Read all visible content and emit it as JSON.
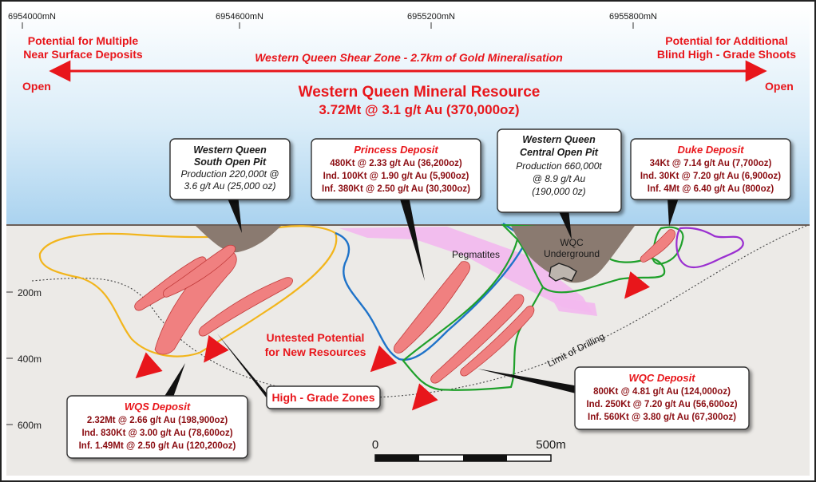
{
  "northings": [
    "6954000mN",
    "6954600mN",
    "6955200mN",
    "6955800mN"
  ],
  "depth_labels": [
    "200m",
    "400m",
    "600m"
  ],
  "header": {
    "left_line1": "Potential for Multiple",
    "left_line2": "Near Surface Deposits",
    "right_line1": "Potential for Additional",
    "right_line2": "Blind High - Grade Shoots",
    "shear_zone": "Western Queen Shear Zone - 2.7km of Gold Mineralisation",
    "open_left": "Open",
    "open_right": "Open",
    "resource_title": "Western Queen Mineral Resource",
    "resource_value": "3.72Mt @ 3.1 g/t Au (370,000oz)"
  },
  "callouts": {
    "wqs_pit": {
      "title1": "Western Queen",
      "title2": "South Open Pit",
      "line1": "Production 220,000t @",
      "line2": "3.6 g/t Au (25,000 oz)"
    },
    "princess": {
      "title": "Princess Deposit",
      "line1": "480Kt @ 2.33 g/t Au (36,200oz)",
      "line2": "Ind. 100Kt @ 1.90 g/t Au (5,900oz)",
      "line3": "Inf. 380Kt @ 2.50 g/t Au (30,300oz)"
    },
    "wqc_pit": {
      "title1": "Western Queen",
      "title2": "Central Open Pit",
      "line1": "Production 660,000t",
      "line2": "@ 8.9 g/t Au",
      "line3": "(190,000 0z)"
    },
    "duke": {
      "title": "Duke Deposit",
      "line1": "34Kt @ 7.14 g/t Au (7,700oz)",
      "line2": "Ind. 30Kt @ 7.20 g/t Au (6,900oz)",
      "line3": "Inf. 4Mt @ 6.40 g/t Au (800oz)"
    },
    "wqs_deposit": {
      "title": "WQS Deposit",
      "line1": "2.32Mt @ 2.66 g/t Au (198,900oz)",
      "line2": "Ind. 830Kt @ 3.00 g/t Au (78,600oz)",
      "line3": "Inf. 1.49Mt @ 2.50 g/t Au (120,200oz)"
    },
    "wqc_deposit": {
      "title": "WQC Deposit",
      "line1": "800Kt @ 4.81 g/t Au (124,000oz)",
      "line2": "Ind. 250Kt @ 7.20 g/t Au (56,600oz)",
      "line3": "Inf. 560Kt @ 3.80 g/t Au (67,300oz)"
    },
    "high_grade": "High - Grade Zones"
  },
  "labels": {
    "pegmatites": "Pegmatites",
    "wqc_underground1": "WQC",
    "wqc_underground2": "Underground",
    "untested1": "Untested Potential",
    "untested2": "for New Resources",
    "limit_drilling": "Limit of Drilling"
  },
  "scale_bar": {
    "start": "0",
    "end": "500m"
  },
  "colors": {
    "accent_red": "#e8161b",
    "ore_fill": "#f08080",
    "pit_fill": "#8a7a70",
    "pegmatite": "#f3b8ee",
    "wqs_outline": "#f2b51c",
    "princess_outline": "#1f73c9",
    "wqc_outline": "#1ea02a",
    "duke_outline": "#9a2fd0"
  }
}
